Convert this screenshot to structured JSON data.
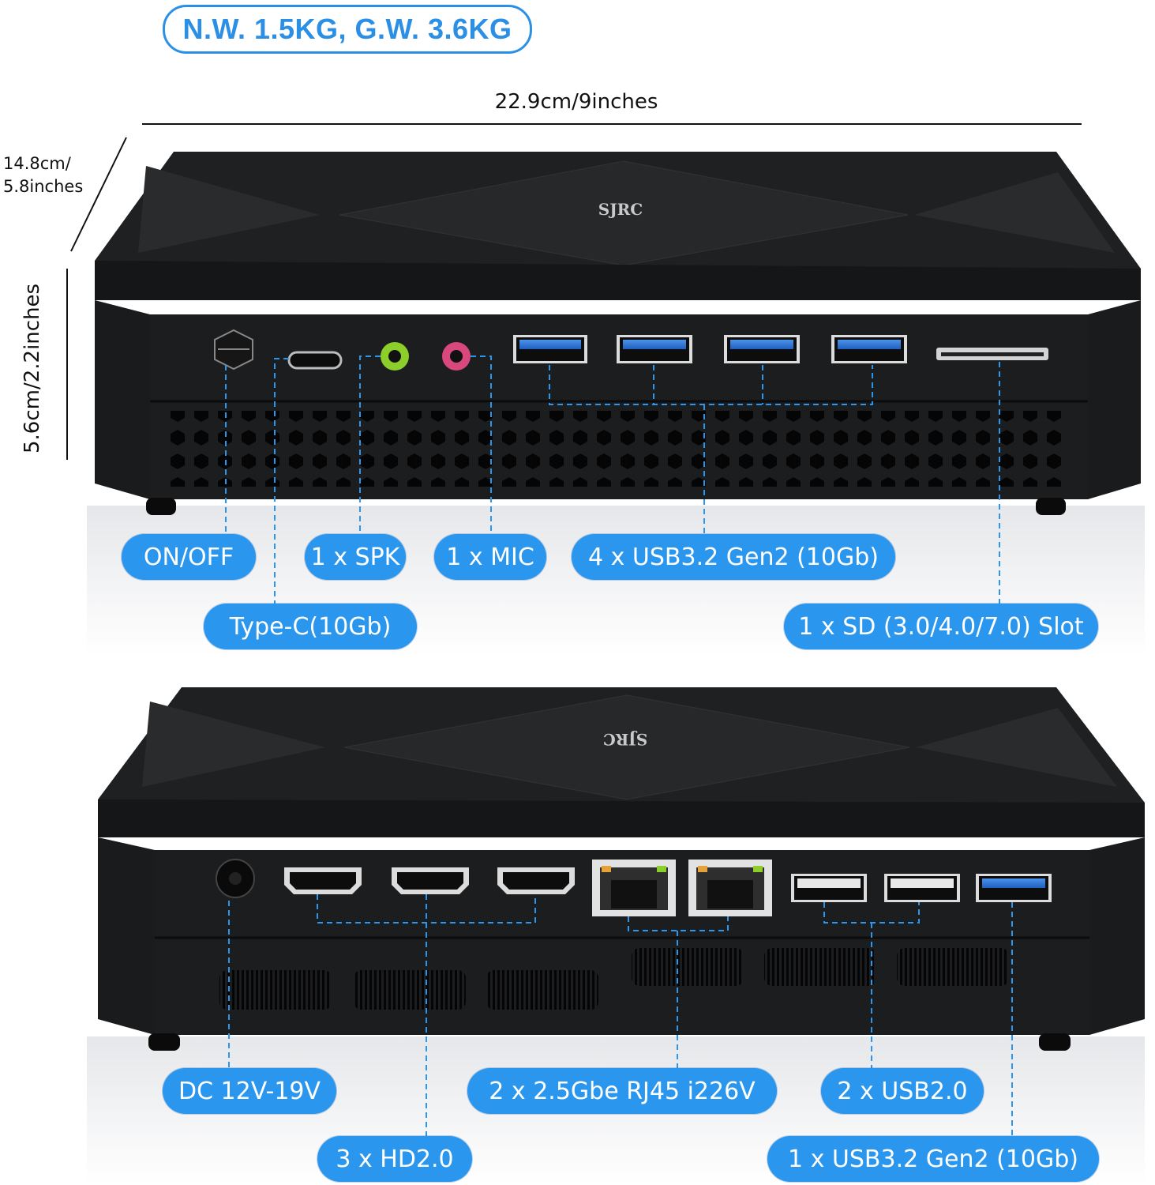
{
  "header": {
    "weight": "N.W. 1.5KG, G.W. 3.6KG"
  },
  "dimensions": {
    "width": "22.9cm/9inches",
    "depth_line1": "14.8cm/",
    "depth_line2": "5.8inches",
    "height": "5.6cm/2.2inches"
  },
  "brand": {
    "logo_text": "SJRC"
  },
  "front_ports": {
    "on_off": "ON/OFF",
    "type_c": "Type-C(10Gb)",
    "speaker": "1 x SPK",
    "mic": "1 x MIC",
    "usb32": "4 x USB3.2 Gen2 (10Gb)",
    "sd_slot": "1 x SD (3.0/4.0/7.0) Slot"
  },
  "rear_ports": {
    "dc": "DC 12V-19V",
    "hdmi": "3 x HD2.0",
    "rj45": "2 x 2.5Gbe RJ45 i226V",
    "usb20": "2 x USB2.0",
    "usb32": "1 x USB3.2 Gen2 (10Gb)"
  },
  "colors": {
    "accent": "#2b96ee",
    "device_body": "#1d1e20",
    "speaker_jack": "#8ccf2a",
    "mic_jack": "#d8487c",
    "usb3_blue": "#2f74d6"
  }
}
